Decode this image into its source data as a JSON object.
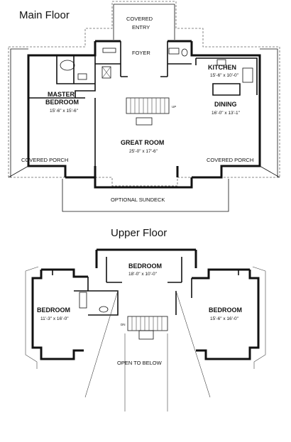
{
  "main_floor": {
    "title": "Main Floor",
    "covered_entry": {
      "line1": "COVERED",
      "line2": "ENTRY"
    },
    "foyer": "FOYER",
    "kitchen": {
      "name": "KITCHEN",
      "dims": "15'-6\" x 10'-0\""
    },
    "master": {
      "line1": "MASTER",
      "line2": "BEDROOM",
      "dims": "15'-6\" x 15'-6\""
    },
    "dining": {
      "name": "DINING",
      "dims": "16'-0\" x 13'-1\""
    },
    "great_room": {
      "name": "GREAT ROOM",
      "dims": "25'-0\" x 17'-6\""
    },
    "porch_left": "COVERED PORCH",
    "porch_right": "COVERED PORCH",
    "sundeck": "OPTIONAL SUNDECK",
    "stair_up": "UP"
  },
  "upper_floor": {
    "title": "Upper Floor",
    "bedroom_top": {
      "name": "BEDROOM",
      "dims": "18'-0\" x 10'-0\""
    },
    "bedroom_left": {
      "name": "BEDROOM",
      "dims": "11'-3\" x 16'-0\""
    },
    "bedroom_right": {
      "name": "BEDROOM",
      "dims": "15'-6\" x 16'-0\""
    },
    "open_to_below": "OPEN TO BELOW",
    "stair_dn": "DN"
  }
}
